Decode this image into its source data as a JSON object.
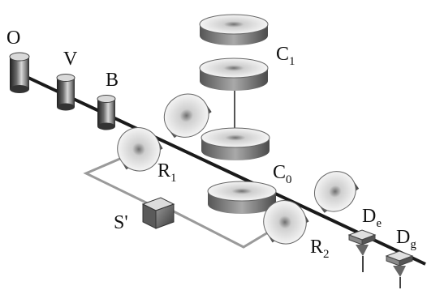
{
  "labels": {
    "oven": "O",
    "velocity_selector": "V",
    "buncher": "B",
    "first_ramsey_zone": "R",
    "first_ramsey_zone_sub": "1",
    "second_ramsey_zone": "R",
    "second_ramsey_zone_sub": "2",
    "source": "S'",
    "cavity_c0": "C",
    "cavity_c0_sub": "0",
    "cavity_c1": "C",
    "cavity_c1_sub": "1",
    "detector_e": "D",
    "detector_e_sub": "e",
    "detector_g": "D",
    "detector_g_sub": "g"
  },
  "colors": {
    "beam": "#1a1a1a",
    "wire": "#9a9a9a",
    "mirror_face": "#e8e8e8",
    "mirror_rim": "#7c7c7c",
    "cylinder_dark": "#2b2b2b",
    "cylinder_light": "#c9c9c9"
  }
}
